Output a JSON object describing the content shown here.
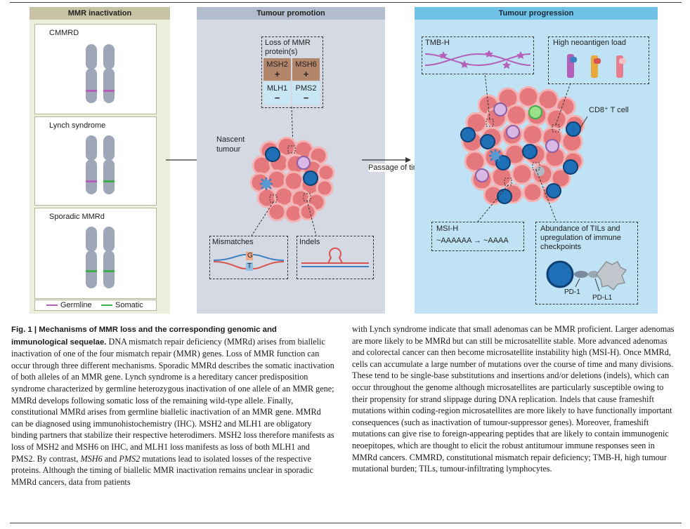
{
  "panels": {
    "inactivation": {
      "title": "MMR inactivation",
      "boxes": [
        "CMMRD",
        "Lynch syndrome",
        "Sporadic MMRd"
      ],
      "legend": {
        "germline": "Germline",
        "somatic": "Somatic"
      }
    },
    "promotion": {
      "title": "Tumour promotion",
      "loss_label": "Loss of MMR protein(s)",
      "proteins": [
        {
          "name": "MSH2",
          "sign": "+"
        },
        {
          "name": "MSH6",
          "sign": "+"
        },
        {
          "name": "MLH1",
          "sign": "−"
        },
        {
          "name": "PMS2",
          "sign": "−"
        }
      ],
      "nascent_label": "Nascent tumour",
      "mismatches_label": "Mismatches",
      "mismatch_bases": [
        "G",
        "T"
      ],
      "indels_label": "Indels"
    },
    "progression": {
      "title": "Tumour progression",
      "tmb_label": "TMB-H",
      "neoantigen_label": "High neoantigen load",
      "cd8_label": "CD8⁺ T cell",
      "msi_label": "MSI-H",
      "msi_seq": "~AAAAAA → ~AAAA",
      "til_label": "Abundance of TILs and upregulation of immune checkpoints",
      "pd1_label": "PD-1",
      "pdl1_label": "PD-L1"
    },
    "arrow_label": "Passage of time"
  },
  "caption": {
    "fig_label": "Fig. 1 | Mechanisms of MMR loss and the corresponding genomic and immunological sequelae.",
    "left_text": "DNA mismatch repair deficiency (MMRd) arises from biallelic inactivation of one of the four mismatch repair (MMR) genes. Loss of MMR function can occur through three different mechanisms. Sporadic MMRd describes the somatic inactivation of both alleles of an MMR gene. Lynch syndrome is a hereditary cancer predisposition syndrome characterized by germline heterozygous inactivation of one allele of an MMR gene; MMRd develops following somatic loss of the remaining wild-type allele. Finally, constitutional MMRd arises from germline biallelic inactivation of an MMR gene. MMRd can be diagnosed using immunohistochemistry (IHC). MSH2 and MLH1 are obligatory binding partners that stabilize their respective heterodimers. MSH2 loss therefore manifests as loss of MSH2 and MSH6 on IHC, and MLH1 loss manifests as loss of both MLH1 and PMS2. By contrast,",
    "italic_1": "MSH6",
    "and_word": "and",
    "italic_2": "PMS2",
    "left_tail": "mutations lead to isolated losses of the respective proteins. Although the timing of biallelic MMR inactivation remains unclear in sporadic MMRd cancers, data from patients",
    "right_text": "with Lynch syndrome indicate that small adenomas can be MMR proficient. Larger adenomas are more likely to be MMRd but can still be microsatellite stable. More advanced adenomas and colorectal cancer can then become microsatellite instability high (MSI-H). Once MMRd, cells can accumulate a large number of mutations over the course of time and many divisions. These tend to be single-base substitutions and insertions and/or deletions (indels), which can occur throughout the genome although microsatellites are particularly susceptible owing to their propensity for strand slippage during DNA replication. Indels that cause frameshift mutations within coding-region microsatellites are more likely to have functionally important consequences (such as inactivation of tumour-suppressor genes). Moreover, frameshift mutations can give rise to foreign-appearing peptides that are likely to contain immunogenic neoepitopes, which are thought to elicit the robust antitumour immune responses seen in MMRd cancers. CMMRD, constitutional mismatch repair deficiency; TMB-H, high tumour mutational burden; TILs, tumour-infiltrating lymphocytes."
  },
  "colors": {
    "germline": "#b55fb8",
    "somatic": "#3fae4a",
    "chromosome": "#9ea6b8",
    "tumour": "#e4787c",
    "tcell": "#1f6fb6"
  }
}
